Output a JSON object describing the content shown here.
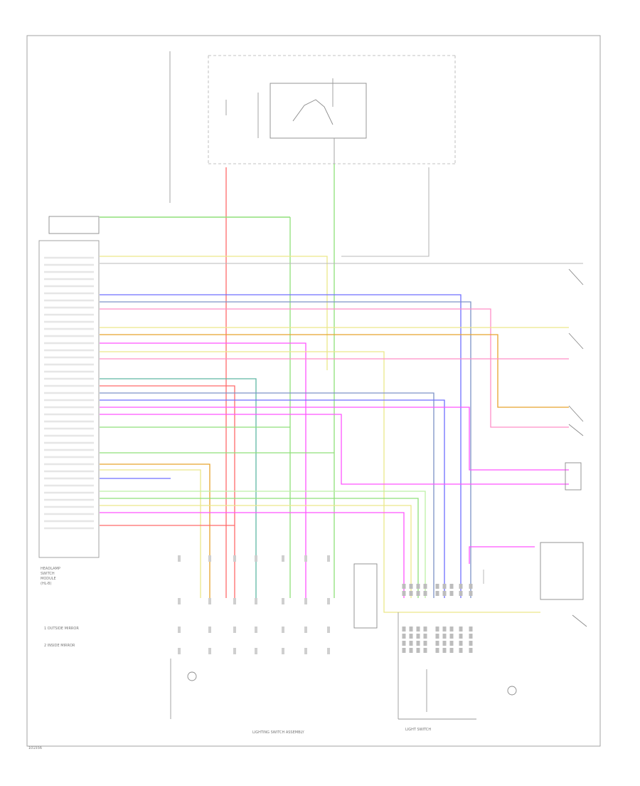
{
  "diagram": {
    "module_label": "HEADLAMP\nSWITCH\nMODULE\n(HL-B)",
    "bottom_center_label": "LIGHTING SWITCH ASSEMBLY",
    "bottom_right_label": "LIGHT SWITCH",
    "footnote_1": "1  OUTSIDE MIRROR",
    "footnote_2": "2  INSIDE MIRROR",
    "corner_code": "101556"
  },
  "wire_colors": {
    "green": "#8fe07a",
    "lightgreen": "#bdf0a6",
    "pink": "#ff8fc8",
    "magenta": "#ff55ff",
    "blue": "#6f6fff",
    "slate": "#7d93c6",
    "yellow": "#ece78a",
    "orange": "#e7a32e",
    "red": "#ff6a6a",
    "gray": "#b8b8b8",
    "teal": "#5fb6a5"
  }
}
